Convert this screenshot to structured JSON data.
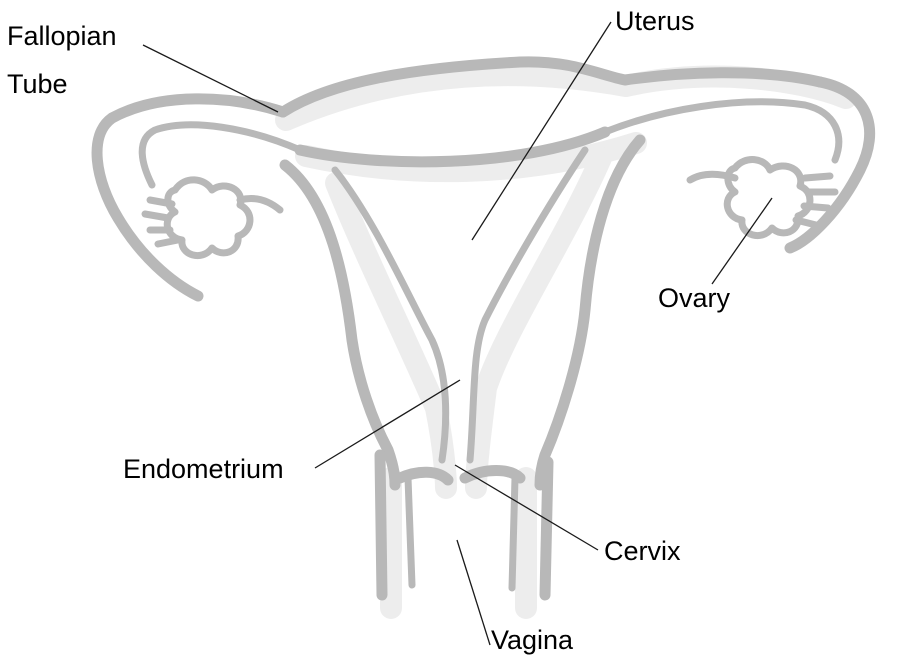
{
  "colors": {
    "organ": "#b8b8b8",
    "leader": "#1a1a1a",
    "text": "#000000"
  },
  "labels": {
    "fallopian_tube_line1": "Fallopian",
    "fallopian_tube_line2": "Tube",
    "uterus": "Uterus",
    "ovary": "Ovary",
    "endometrium": "Endometrium",
    "cervix": "Cervix",
    "vagina": "Vagina"
  }
}
